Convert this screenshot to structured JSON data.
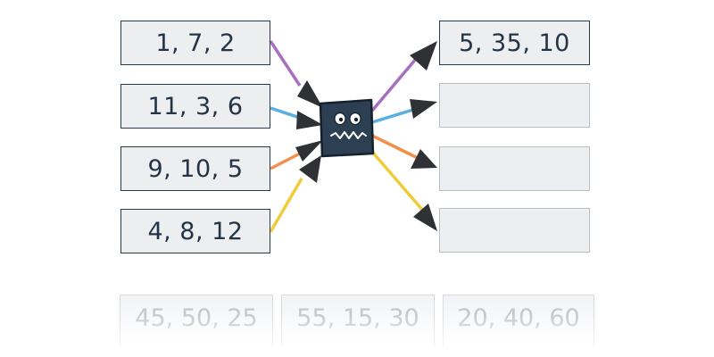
{
  "inputs": [
    "1, 7, 2",
    "11, 3, 6",
    "9, 10, 5",
    "4, 8, 12"
  ],
  "outputs": [
    "5, 35, 10",
    "",
    "",
    ""
  ],
  "queue": [
    "45, 50, 25",
    "55, 15, 30",
    "20, 40, 60"
  ],
  "colors": {
    "wire_1": "#a66fc0",
    "wire_2": "#5aaee0",
    "wire_3": "#f0904a",
    "wire_4": "#f1cc3a",
    "box_fill": "#eceef0",
    "box_border": "#2a3a4d",
    "machine": "#2d3f52",
    "arrowhead": "#2f3135"
  },
  "icons": [
    "machine-monster-icon",
    "arrowhead-icon"
  ]
}
